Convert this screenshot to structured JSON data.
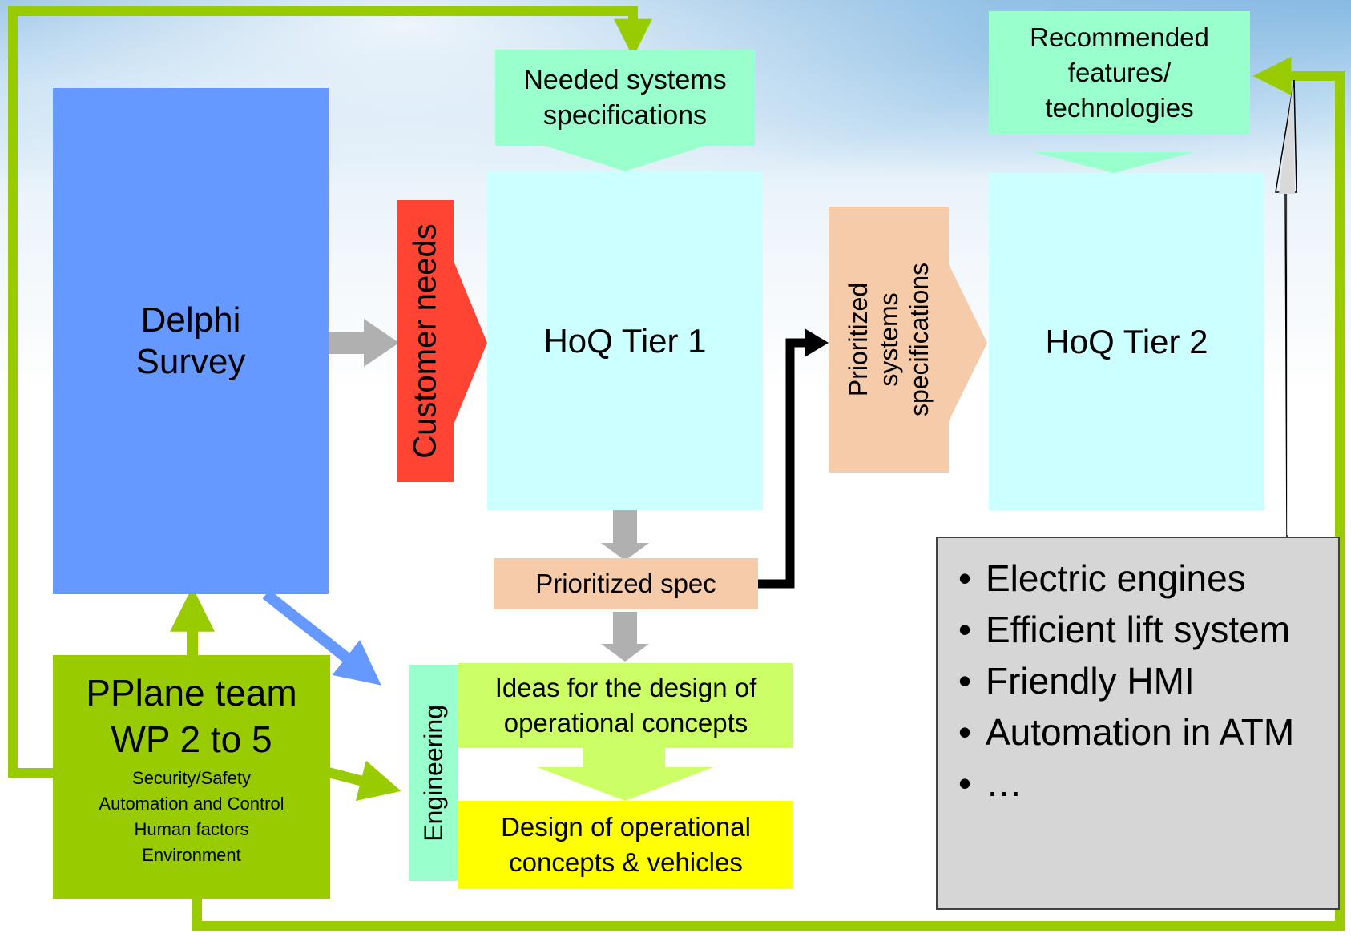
{
  "delphi": {
    "label": "Delphi\nSurvey"
  },
  "customer_needs": {
    "label": "Customer needs"
  },
  "needed_specs": {
    "label": "Needed systems\nspecifications"
  },
  "hoq1": {
    "label": "HoQ Tier 1"
  },
  "prioritized_spec": {
    "label": "Prioritized spec"
  },
  "prioritized_systems_specs": {
    "label": "Prioritized\nsystems\nspecifications"
  },
  "recommended": {
    "label": "Recommended\nfeatures/\ntechnologies"
  },
  "hoq2": {
    "label": "HoQ Tier 2"
  },
  "engineering": {
    "label": "Engineering"
  },
  "ideas": {
    "label": "Ideas for the design of\noperational concepts"
  },
  "design": {
    "label": "Design of operational\nconcepts & vehicles"
  },
  "pplane": {
    "title": "PPlane team\nWP 2 to 5",
    "subtitle": "Security/Safety\nAutomation and Control\nHuman factors\nEnvironment"
  },
  "bullets": [
    "Electric engines",
    "Efficient lift system",
    "Friendly HMI",
    "Automation in ATM",
    "…"
  ],
  "colors": {
    "delphi": "#6699ff",
    "hoq": "#ccffff",
    "needed": "#99ffcc",
    "customer": "#ff4433",
    "peach": "#f5cbaa",
    "ideas": "#ccff66",
    "design": "#ffff00",
    "engineering": "#99ffcc",
    "pplane": "#99cc00",
    "connector": "#99cc00",
    "gray_arrow": "#b0b0b0"
  }
}
